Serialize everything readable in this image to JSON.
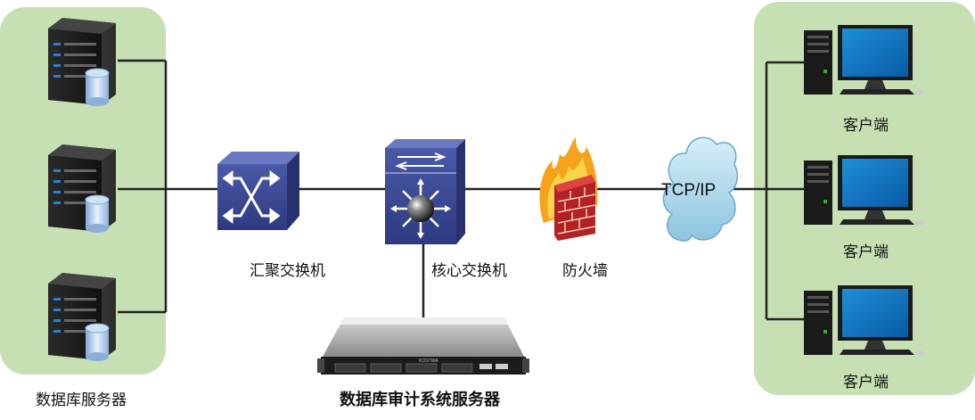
{
  "servers": {
    "label": "数据库服务器",
    "count": 3
  },
  "aggregation_switch": {
    "label": "汇聚交换机"
  },
  "core_switch": {
    "label": "核心交换机"
  },
  "firewall": {
    "label": "防火墙"
  },
  "network": {
    "label": "TCP/IP"
  },
  "clients": {
    "items": [
      {
        "label": "客户端"
      },
      {
        "label": "客户端"
      },
      {
        "label": "客户端"
      }
    ]
  },
  "audit_server": {
    "label": "数据库审计系统服务器",
    "brand": "KOSTWA"
  }
}
